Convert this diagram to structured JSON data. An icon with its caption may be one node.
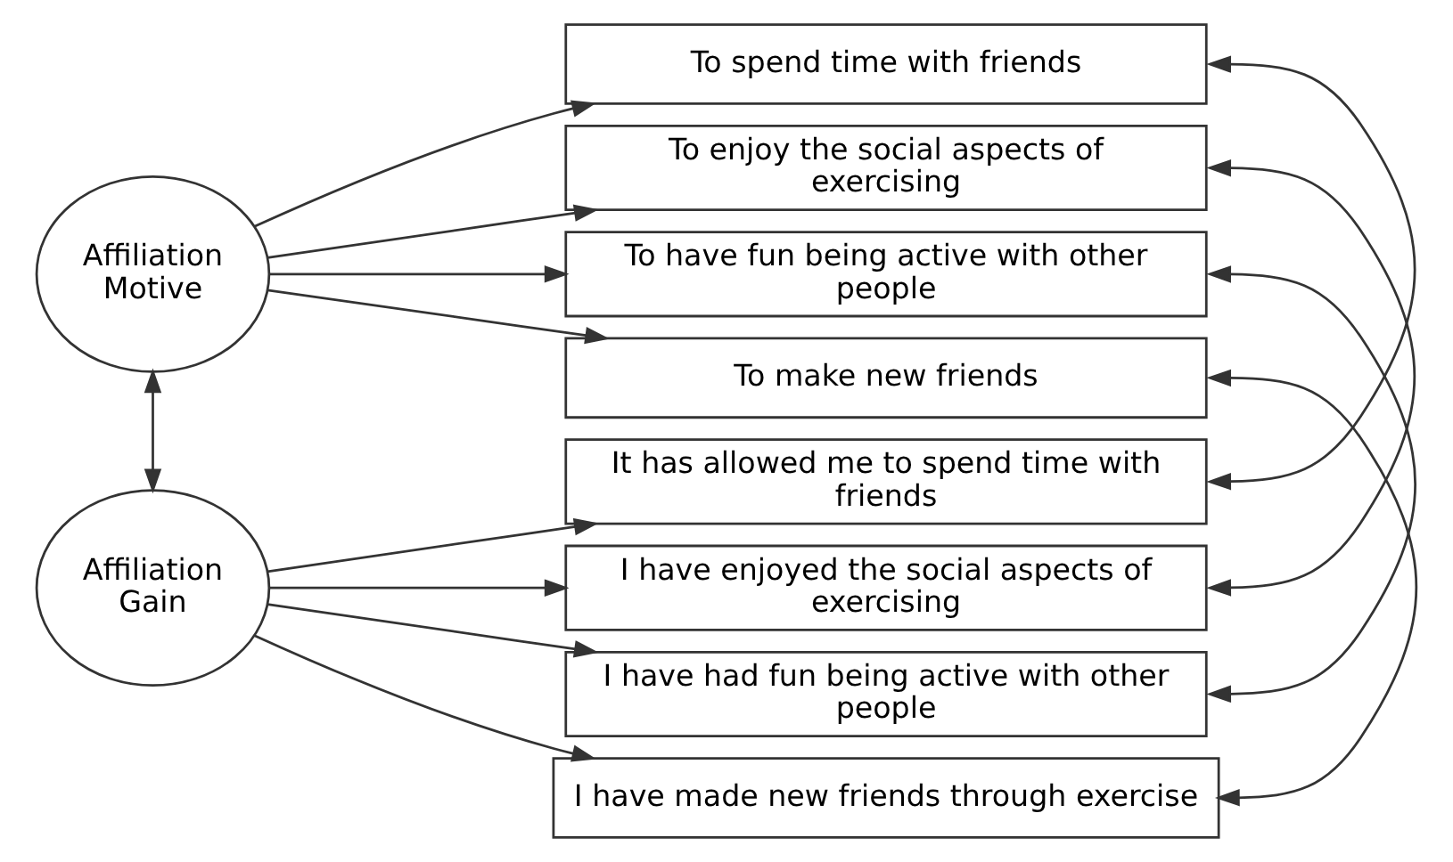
{
  "diagram": {
    "nodes": [
      {
        "text": [
          "Affiliation Motive"
        ]
      },
      {
        "text": [
          "To spend time with friends"
        ]
      },
      {
        "text": [
          "To enjoy the social aspects of exercising"
        ]
      },
      {
        "text": [
          "To have fun being active with other people"
        ]
      },
      {
        "text": [
          "To make new friends"
        ]
      },
      {
        "text": [
          "Affiliation Gain"
        ]
      },
      {
        "text": [
          "It has allowed me to spend time with friends"
        ]
      },
      {
        "text": [
          "I have enjoyed the social aspects of exercising"
        ]
      },
      {
        "text": [
          "I have had fun being active with other people"
        ]
      },
      {
        "text": [
          "I have made new friends through exercise"
        ]
      }
    ],
    "edges": [
      {
        "from": 0,
        "to": 1,
        "arrow": "to"
      },
      {
        "from": 0,
        "to": 2,
        "arrow": "to"
      },
      {
        "from": 0,
        "to": 3,
        "arrow": "to"
      },
      {
        "from": 0,
        "to": 4,
        "arrow": "to"
      },
      {
        "from": 5,
        "to": 6,
        "arrow": "to"
      },
      {
        "from": 5,
        "to": 7,
        "arrow": "to"
      },
      {
        "from": 5,
        "to": 8,
        "arrow": "to"
      },
      {
        "from": 5,
        "to": 9,
        "arrow": "to"
      },
      {
        "from": 0,
        "to": 5,
        "arrow": "both"
      },
      {
        "from": 1,
        "to": 6,
        "arrow": "both"
      },
      {
        "from": 2,
        "to": 7,
        "arrow": "both"
      },
      {
        "from": 3,
        "to": 8,
        "arrow": "both"
      },
      {
        "from": 4,
        "to": 9,
        "arrow": "both"
      }
    ]
  }
}
